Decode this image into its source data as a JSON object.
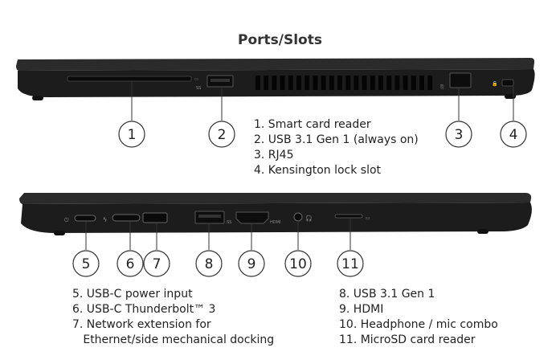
{
  "title": "Ports/Slots",
  "callouts": [
    "1",
    "2",
    "3",
    "4",
    "5",
    "6",
    "7",
    "8",
    "9",
    "10",
    "11"
  ],
  "legend_top": [
    "1. Smart card reader",
    "2. USB 3.1 Gen 1 (always on)",
    "3. RJ45",
    "4. Kensington lock slot"
  ],
  "legend_left": [
    "5. USB-C power input",
    "6. USB-C Thunderbolt™ 3",
    "7. Network extension for",
    "   Ethernet/side mechanical docking"
  ],
  "legend_right": [
    "8. USB 3.1 Gen 1",
    "9. HDMI",
    "10. Headphone / mic combo",
    "11. MicroSD card reader"
  ],
  "port_labels": {
    "usb_ss": "SS",
    "usb_ss2": "SS",
    "hdmi": "HDMI"
  }
}
